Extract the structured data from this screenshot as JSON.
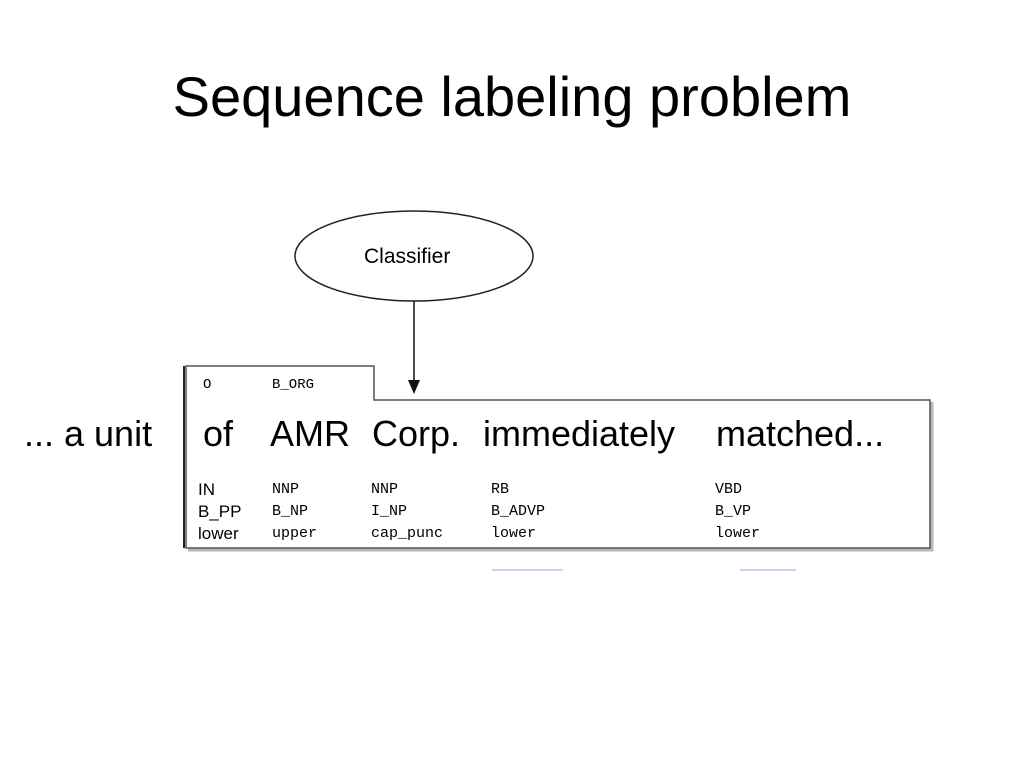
{
  "slide": {
    "title": "Sequence labeling problem"
  },
  "diagram": {
    "classifier_label": "Classifier",
    "sentence": {
      "prefix": "... a  unit",
      "tokens": [
        "of",
        "AMR",
        "Corp.",
        "immediately",
        "matched..."
      ]
    },
    "output_labels": [
      "O",
      "B_ORG"
    ],
    "features": [
      {
        "token": "of",
        "values": [
          "IN",
          "B_PP",
          "lower"
        ]
      },
      {
        "token": "AMR",
        "values": [
          "NNP",
          "B_NP",
          "upper"
        ]
      },
      {
        "token": "Corp.",
        "values": [
          "NNP",
          "I_NP",
          "cap_punc"
        ]
      },
      {
        "token": "immediately",
        "values": [
          "RB",
          "B_ADVP",
          "lower"
        ]
      },
      {
        "token": "matched...",
        "values": [
          "VBD",
          "B_VP",
          "lower"
        ]
      }
    ]
  }
}
